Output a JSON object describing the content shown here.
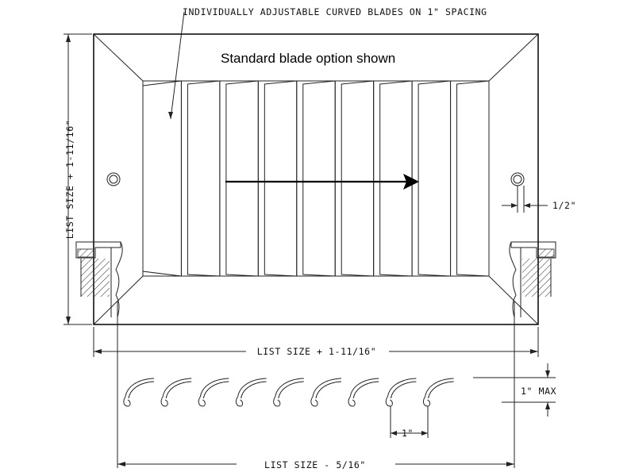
{
  "callout": {
    "blades_note": "INDIVIDUALLY ADJUSTABLE CURVED BLADES ON 1\" SPACING",
    "option_note": "Standard blade option shown"
  },
  "dimensions": {
    "height_label": "LIST SIZE + 1-11/16\"",
    "width_label": "LIST SIZE + 1-11/16\"",
    "hole_offset_label": "1/2\"",
    "max_depth_label": "1\" MAX",
    "blade_spacing_label": "1\"",
    "section_width_label": "LIST SIZE - 5/16\""
  },
  "blades": {
    "count": 9,
    "section_count": 9
  }
}
